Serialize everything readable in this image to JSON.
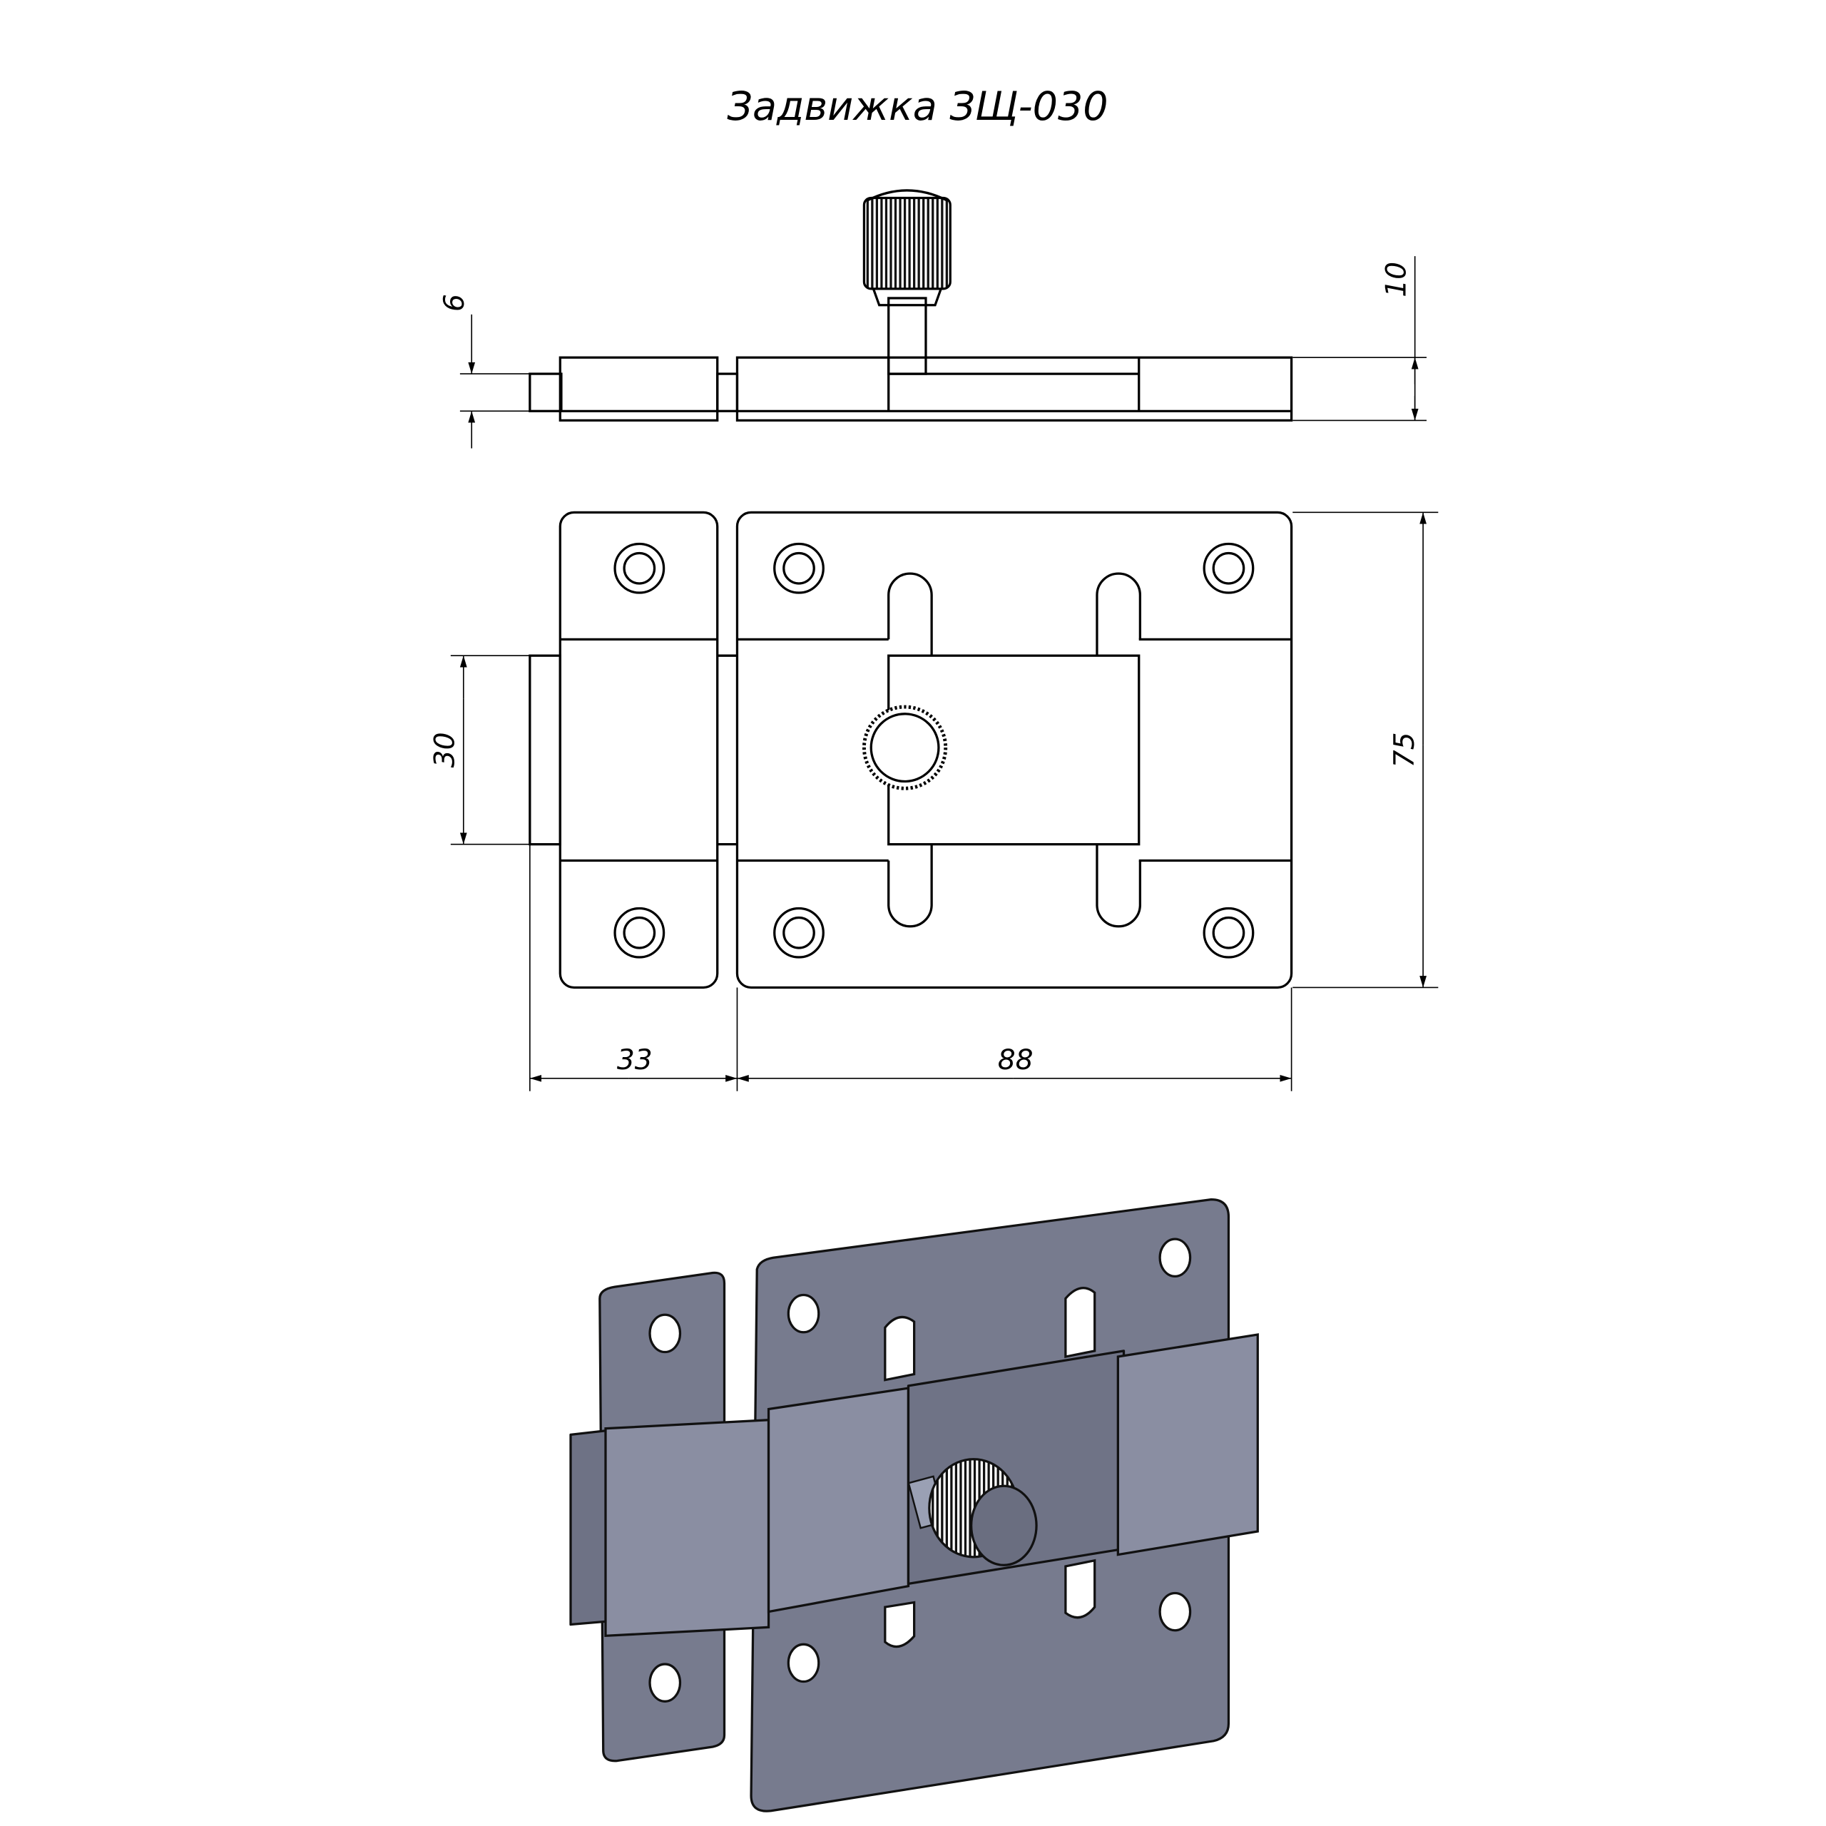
{
  "title": "Задвижка ЗЩ-030",
  "dimensions": {
    "bolt_thickness": "6",
    "plate_height": "10",
    "bolt_width": "30",
    "plate_width": "75",
    "keeper_length": "33",
    "plate_length": "88"
  },
  "colors": {
    "line": "#000000",
    "render_metal": "#777b8e"
  }
}
